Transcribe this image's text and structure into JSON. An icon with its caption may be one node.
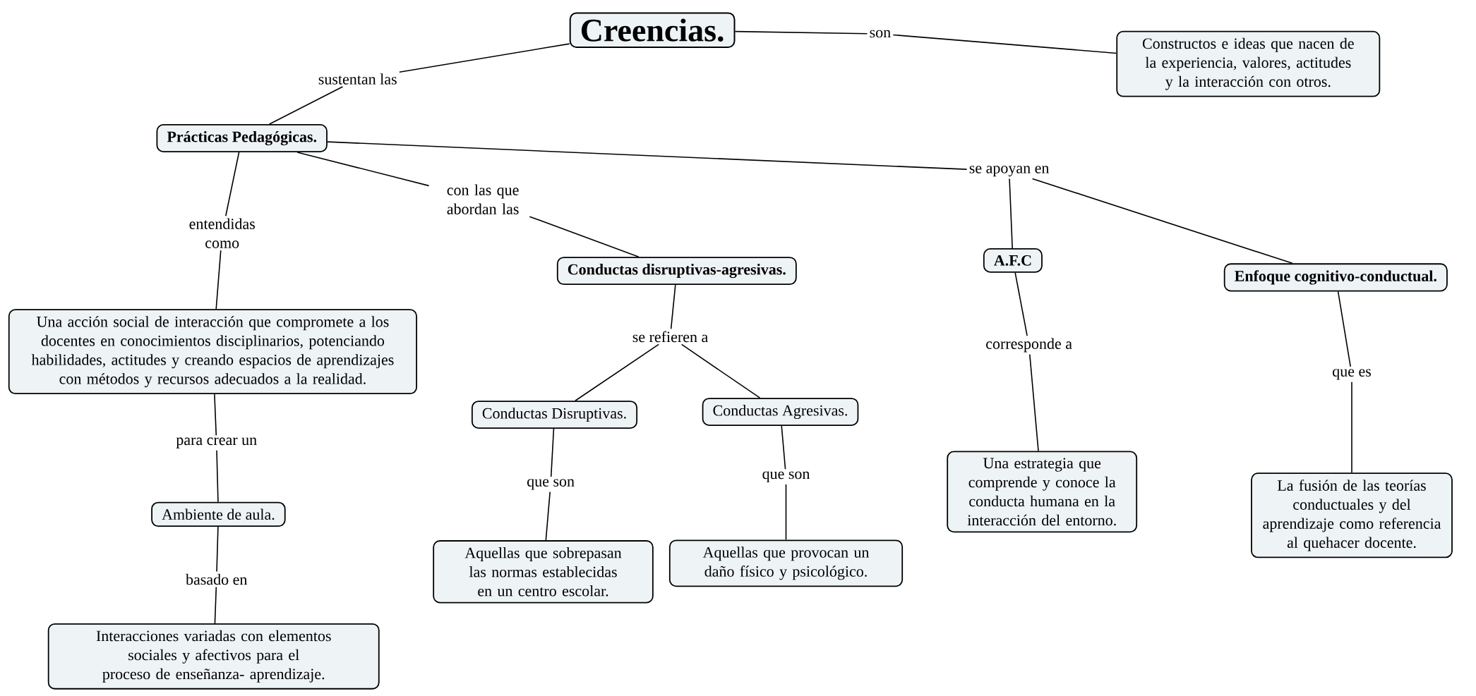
{
  "diagram": {
    "nodes": [
      {
        "text": [
          "Creencias."
        ]
      },
      {
        "text": [
          "son"
        ]
      },
      {
        "text": [
          "Constructos e ideas que nacen de la experiencia, valores, actitudes y la interacción con otros."
        ]
      },
      {
        "text": [
          "sustentan las"
        ]
      },
      {
        "text": [
          "Prácticas Pedagógicas."
        ]
      },
      {
        "text": [
          "entendidas como"
        ]
      },
      {
        "text": [
          "con las que abordan las"
        ]
      },
      {
        "text": [
          "se apoyan en"
        ]
      },
      {
        "text": [
          "Una acción social de interacción que compromete a los docentes en conocimientos disciplinarios, potenciando habilidades, actitudes y creando espacios de aprendizajes con métodos y recursos adecuados a la realidad."
        ]
      },
      {
        "text": [
          "Conductas disruptivas-agresivas."
        ]
      },
      {
        "text": [
          "A.F.C"
        ]
      },
      {
        "text": [
          "Enfoque cognitivo-conductual."
        ]
      },
      {
        "text": [
          "se refieren a"
        ]
      },
      {
        "text": [
          "corresponde a"
        ]
      },
      {
        "text": [
          "que es"
        ]
      },
      {
        "text": [
          "para crear un"
        ]
      },
      {
        "text": [
          "Conductas Disruptivas."
        ]
      },
      {
        "text": [
          "Conductas Agresivas."
        ]
      },
      {
        "text": [
          "Una estrategia que comprende y conoce la conducta humana en la interacción del entorno."
        ]
      },
      {
        "text": [
          "La fusión de las teorías conductuales y del aprendizaje como referencia al quehacer docente."
        ]
      },
      {
        "text": [
          "que son"
        ]
      },
      {
        "text": [
          "que son"
        ]
      },
      {
        "text": [
          "Ambiente de aula."
        ]
      },
      {
        "text": [
          "Aquellas que sobrepasan las normas establecidas en un centro escolar."
        ]
      },
      {
        "text": [
          "Aquellas que provocan un daño físico y psicológico."
        ]
      },
      {
        "text": [
          "basado en"
        ]
      },
      {
        "text": [
          "Interacciones variadas con elementos sociales y afectivos para el proceso de enseñanza- aprendizaje."
        ]
      }
    ],
    "edges": [
      {
        "from": 0,
        "to": 1,
        "arrow": "none"
      },
      {
        "from": 1,
        "to": 2,
        "arrow": "none"
      },
      {
        "from": 0,
        "to": 3,
        "arrow": "none"
      },
      {
        "from": 3,
        "to": 4,
        "arrow": "none"
      },
      {
        "from": 4,
        "to": 5,
        "arrow": "none"
      },
      {
        "from": 5,
        "to": 8,
        "arrow": "none"
      },
      {
        "from": 4,
        "to": 6,
        "arrow": "none"
      },
      {
        "from": 6,
        "to": 9,
        "arrow": "none"
      },
      {
        "from": 4,
        "to": 7,
        "arrow": "none"
      },
      {
        "from": 7,
        "to": 10,
        "arrow": "none"
      },
      {
        "from": 7,
        "to": 11,
        "arrow": "none"
      },
      {
        "from": 9,
        "to": 12,
        "arrow": "none"
      },
      {
        "from": 12,
        "to": 16,
        "arrow": "none"
      },
      {
        "from": 12,
        "to": 17,
        "arrow": "none"
      },
      {
        "from": 10,
        "to": 13,
        "arrow": "none"
      },
      {
        "from": 13,
        "to": 18,
        "arrow": "none"
      },
      {
        "from": 11,
        "to": 14,
        "arrow": "none"
      },
      {
        "from": 14,
        "to": 19,
        "arrow": "none"
      },
      {
        "from": 8,
        "to": 15,
        "arrow": "none"
      },
      {
        "from": 15,
        "to": 22,
        "arrow": "none"
      },
      {
        "from": 22,
        "to": 25,
        "arrow": "none"
      },
      {
        "from": 25,
        "to": 26,
        "arrow": "none"
      },
      {
        "from": 16,
        "to": 20,
        "arrow": "none"
      },
      {
        "from": 20,
        "to": 23,
        "arrow": "none"
      },
      {
        "from": 17,
        "to": 21,
        "arrow": "none"
      },
      {
        "from": 21,
        "to": 24,
        "arrow": "none"
      }
    ]
  }
}
